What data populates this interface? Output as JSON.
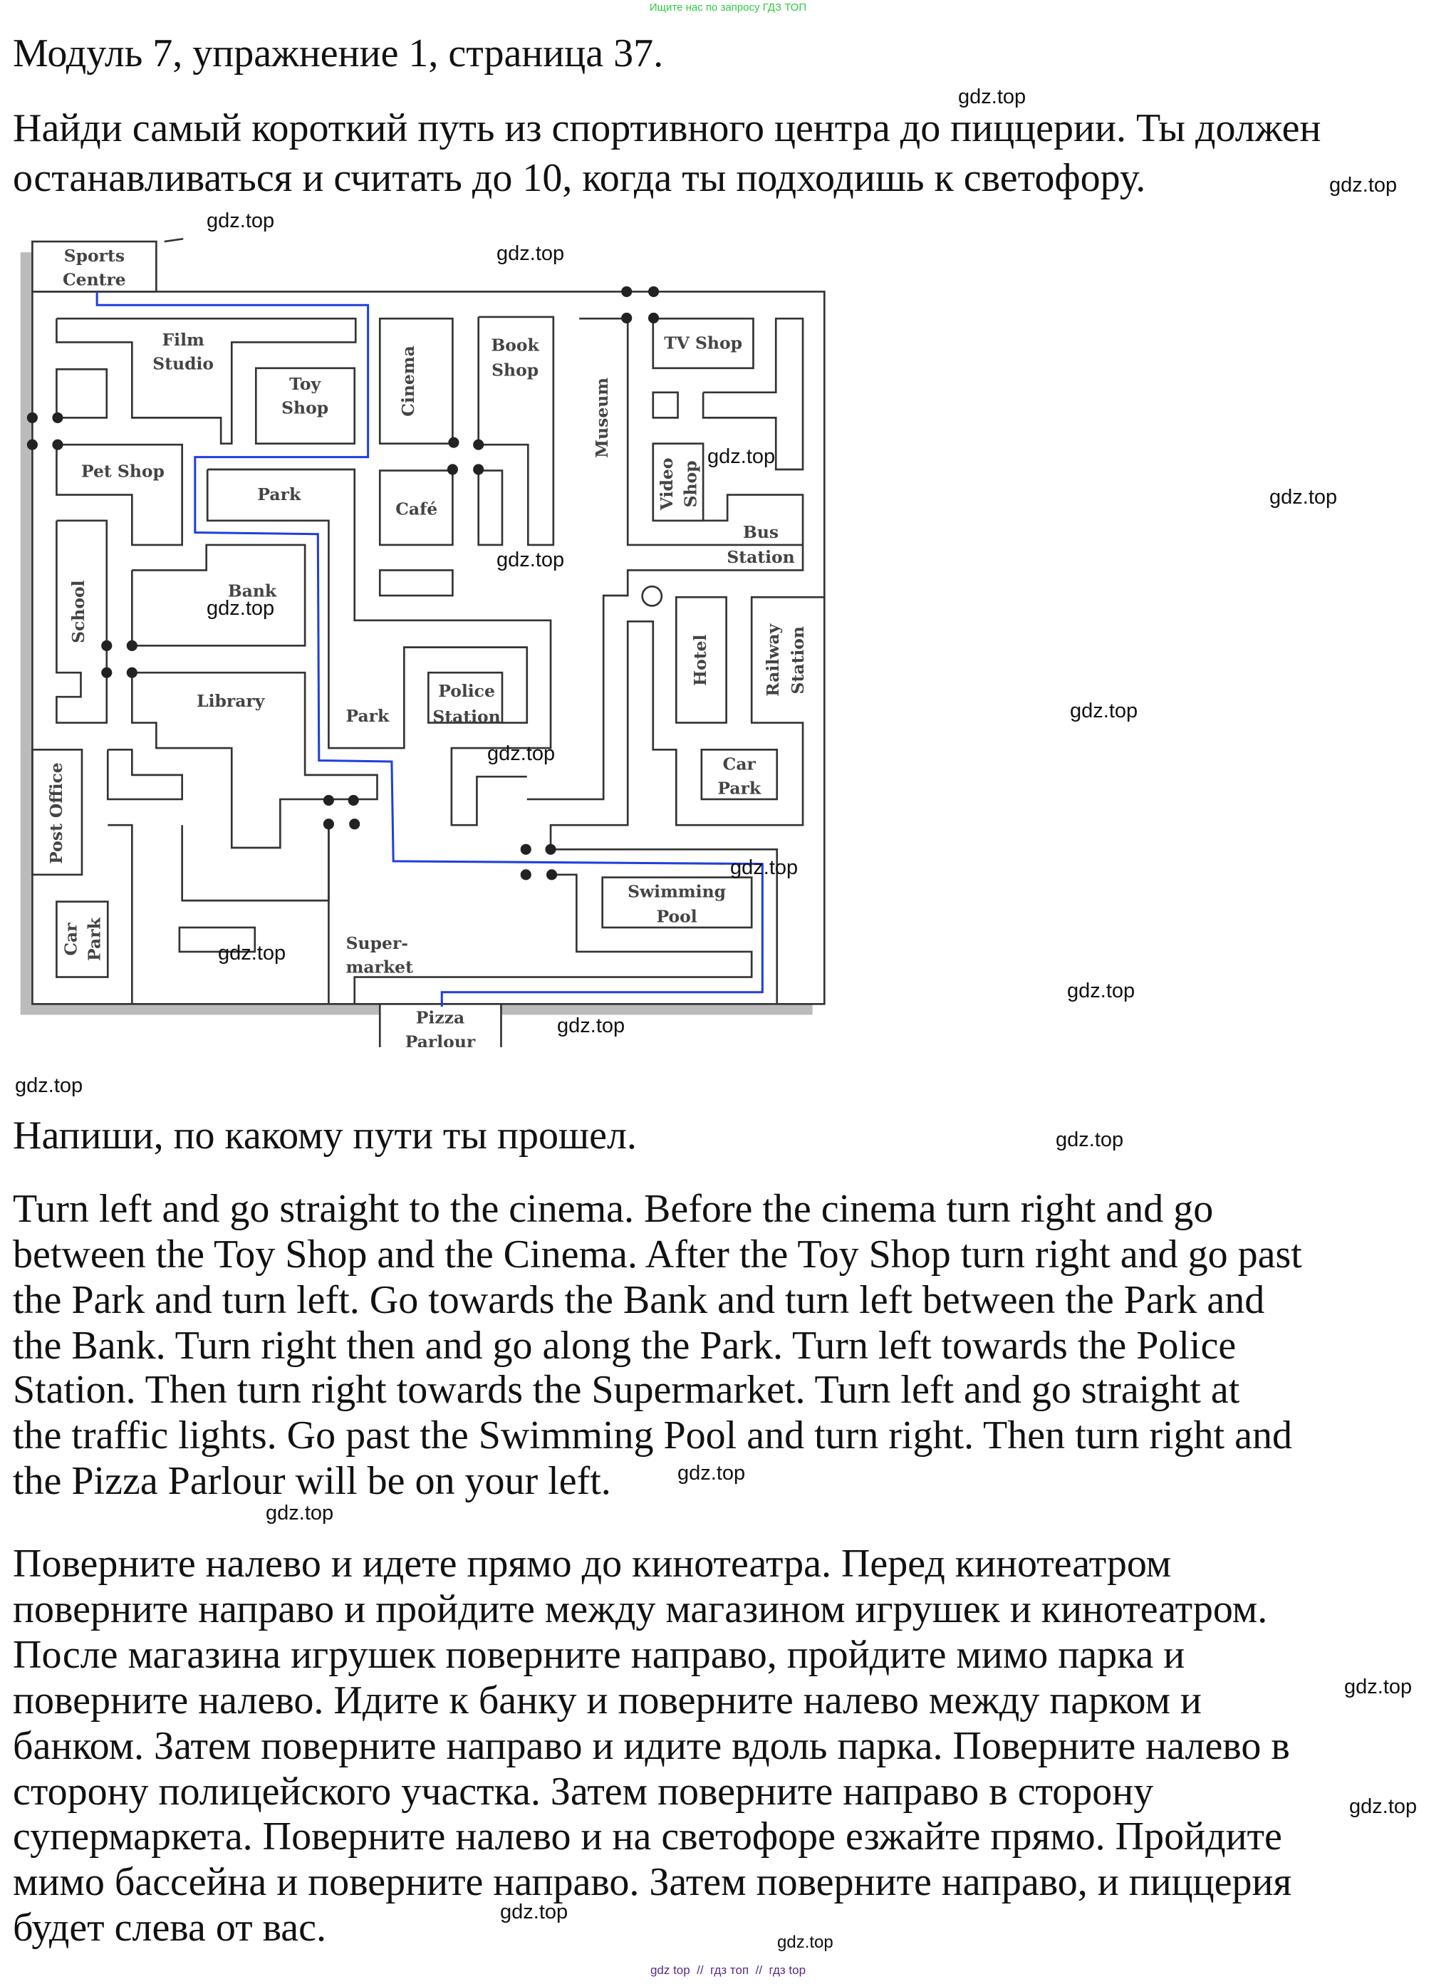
{
  "top_note": "Ищите нас по запросу ГДЗ ТОП",
  "title": "Модуль 7, упражнение 1, страница 37.",
  "task_lines": [
    "Найди самый короткий путь из спортивного центра до пиццерии. Ты должен",
    "останавливаться и считать до 10, когда ты подходишь к светофору."
  ],
  "map": {
    "labels": {
      "sports_centre": [
        "Sports",
        "Centre"
      ],
      "film_studio": [
        "Film",
        "Studio"
      ],
      "toy_shop": [
        "Toy",
        "Shop"
      ],
      "cinema": "Cinema",
      "book_shop": [
        "Book",
        "Shop"
      ],
      "museum": "Museum",
      "tv_shop": "TV Shop",
      "pet_shop": "Pet Shop",
      "park_top": "Park",
      "cafe": "Café",
      "video_shop": [
        "Video",
        "Shop"
      ],
      "bus_station": [
        "Bus",
        "Station"
      ],
      "school": "School",
      "bank": "Bank",
      "hotel": "Hotel",
      "railway_station": [
        "Railway",
        "Station"
      ],
      "library": "Library",
      "park_mid": "Park",
      "police_station": [
        "Police",
        "Station"
      ],
      "car_park_right": [
        "Car",
        "Park"
      ],
      "post_office": "Post Office",
      "swimming_pool": [
        "Swimming",
        "Pool"
      ],
      "car_park_left": [
        "Car",
        "Park"
      ],
      "supermarket": [
        "Super-",
        "market"
      ],
      "pizza_parlour": [
        "Pizza",
        "Parlour"
      ]
    },
    "route_color": "#1f3fdc"
  },
  "prompt": "Напиши, по какому пути ты прошел.",
  "english_lines": [
    "Turn left and go straight to the cinema. Before the cinema turn right and go",
    "between the Toy Shop and the Cinema. After the Toy Shop turn right and go past",
    "the Park and turn left. Go towards the Bank and turn left between the Park and",
    "the Bank. Turn right then and go along the Park. Turn left towards the Police",
    "Station. Then turn right towards the Supermarket. Turn left and go straight at",
    "the traffic lights. Go past the Swimming Pool and turn right. Then turn right and",
    "the Pizza Parlour will be on your left."
  ],
  "russian_lines": [
    "Поверните налево и идете прямо до кинотеатра. Перед кинотеатром",
    "поверните направо и пройдите между магазином игрушек и кинотеатром.",
    "После магазина игрушек поверните направо, пройдите мимо парка и",
    "поверните налево. Идите к банку и поверните налево между парком и",
    "банком. Затем поверните направо и идите вдоль парка. Поверните налево в",
    "сторону полицейского участка. Затем поверните направо в сторону",
    "супермаркета. Поверните налево и на светофоре езжайте прямо. Пройдите",
    "мимо бассейна и поверните направо. Затем поверните направо, и пиццерия",
    "будет слева от вас."
  ],
  "watermark": "gdz.top",
  "footer": "gdz top  //  гдз топ  //  гдз top"
}
